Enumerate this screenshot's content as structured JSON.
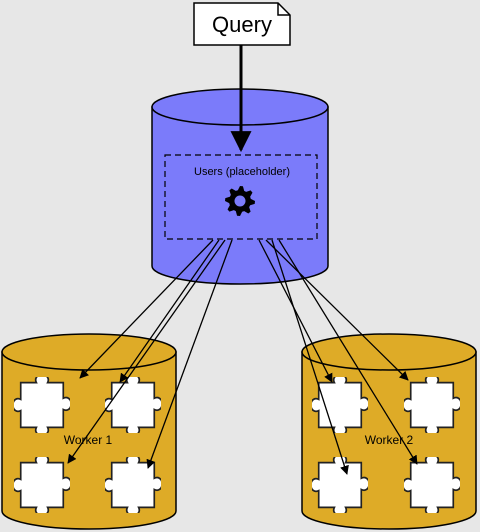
{
  "query": {
    "label": "Query"
  },
  "coordinator": {
    "label": "Users (placeholder)",
    "icon": "gear-icon",
    "color": "#7b7bfa"
  },
  "workers": [
    {
      "label": "Worker 1",
      "color": "#deab27"
    },
    {
      "label": "Worker 2",
      "color": "#deab27"
    }
  ],
  "shard_icon": "puzzle-piece-icon",
  "background": "#e7e7e7"
}
